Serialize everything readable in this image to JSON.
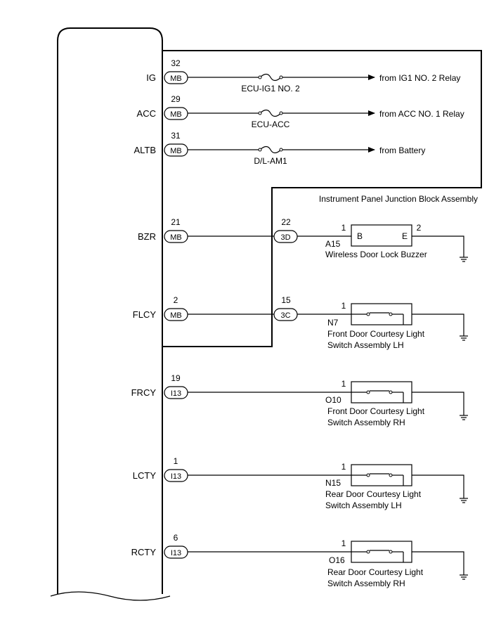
{
  "ecu_signals": [
    {
      "name": "IG",
      "pin": "32",
      "connector": "MB"
    },
    {
      "name": "ACC",
      "pin": "29",
      "connector": "MB"
    },
    {
      "name": "ALTB",
      "pin": "31",
      "connector": "MB"
    },
    {
      "name": "BZR",
      "pin": "21",
      "connector": "MB"
    },
    {
      "name": "FLCY",
      "pin": "2",
      "connector": "MB"
    },
    {
      "name": "FRCY",
      "pin": "19",
      "connector": "I13"
    },
    {
      "name": "LCTY",
      "pin": "1",
      "connector": "I13"
    },
    {
      "name": "RCTY",
      "pin": "6",
      "connector": "I13"
    }
  ],
  "fuses": [
    {
      "name": "ECU-IG1 NO. 2",
      "source": "from IG1 NO. 2 Relay"
    },
    {
      "name": "ECU-ACC",
      "source": "from ACC NO. 1 Relay"
    },
    {
      "name": "D/L-AM1",
      "source": "from Battery"
    }
  ],
  "junction_block": {
    "title": "Instrument Panel Junction Block Assembly",
    "connectors": [
      {
        "pin": "22",
        "connector": "3D"
      },
      {
        "pin": "15",
        "connector": "3C"
      }
    ]
  },
  "buzzer": {
    "code": "A15",
    "name": "Wireless Door Lock Buzzer",
    "pin_in": "1",
    "pin_out": "2",
    "term_in": "B",
    "term_out": "E"
  },
  "switches": [
    {
      "code": "N7",
      "pin": "1",
      "line1": "Front Door Courtesy Light",
      "line2": "Switch Assembly LH"
    },
    {
      "code": "O10",
      "pin": "1",
      "line1": "Front Door Courtesy Light",
      "line2": "Switch Assembly RH"
    },
    {
      "code": "N15",
      "pin": "1",
      "line1": "Rear Door Courtesy Light",
      "line2": "Switch Assembly LH"
    },
    {
      "code": "O16",
      "pin": "1",
      "line1": "Rear Door Courtesy Light",
      "line2": "Switch Assembly RH"
    }
  ]
}
